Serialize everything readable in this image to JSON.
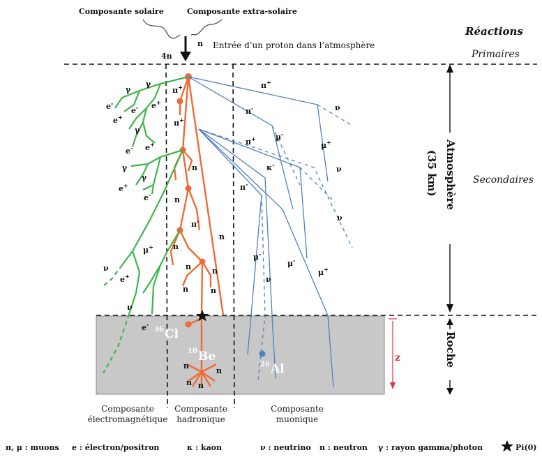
{
  "top": {
    "solar": "Composante solaire",
    "extra_solar": "Composante extra-solaire",
    "proton_entry": "Entrée d’un proton dans l’atmosphère",
    "four_n": "4n",
    "n": "n"
  },
  "right": {
    "reactions": "Réactions",
    "primaires": "Primaires",
    "secondaires": "Secondaires",
    "atmosphere": "Atmosphère",
    "altitude": "(35 km)",
    "roche": "Roche",
    "z": "z"
  },
  "nuclides": {
    "cl_mass": "36",
    "cl": "Cl",
    "be_mass": "10",
    "be": "Be",
    "al_mass": "26",
    "al": "Al"
  },
  "components": {
    "em_line1": "Composante",
    "em_line2": "électromagnétique",
    "had_line1": "Composante",
    "had_line2": "hadronique",
    "muon_line1": "Composante",
    "muon_line2": "muonique"
  },
  "legend": {
    "pi_mu": "π, μ : muons",
    "e": "e : électron/positron",
    "kappa": "κ : kaon",
    "nu": "ν : neutrino",
    "n": "n : neutron",
    "gamma": "γ : rayon gamma/photon",
    "pi0": "Pi(0)"
  },
  "particles": {
    "gamma": "γ",
    "e": "e",
    "minus": "-",
    "plus": "+",
    "pi": "π",
    "mu": "μ",
    "nu": "ν",
    "kappa": "κ",
    "n": "n"
  },
  "colors": {
    "electromagnetic": "#3cb54a",
    "hadronic": "#f06a35",
    "muonic": "#4d7fc1",
    "rock": "#c8c8c8",
    "z_arrow": "#d9363e"
  }
}
